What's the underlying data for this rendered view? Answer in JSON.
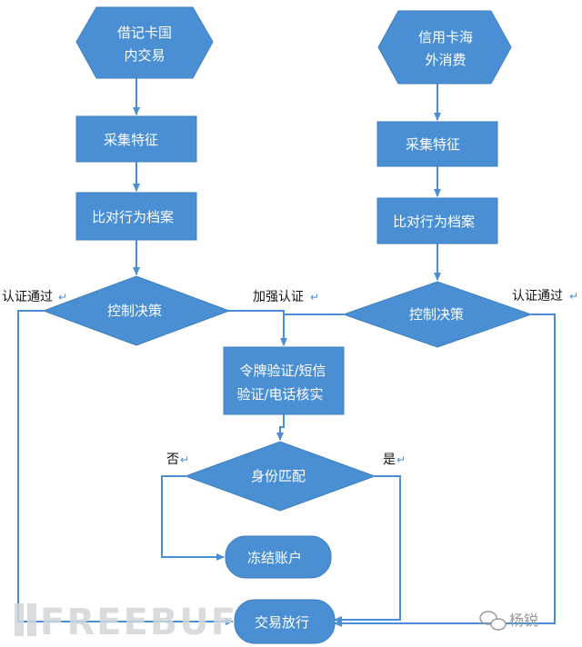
{
  "diagram": {
    "start_debit": [
      "借记卡国",
      "内交易"
    ],
    "start_credit": [
      "信用卡海",
      "外消费"
    ],
    "collect_left": "采集特征",
    "compare_left": "比对行为档案",
    "collect_right": "采集特征",
    "compare_right": "比对行为档案",
    "decision_left": "控制决策",
    "decision_right": "控制决策",
    "auth_box": [
      "令牌验证/短信",
      "验证/电话核实"
    ],
    "identity_match": "身份匹配",
    "freeze": "冻结账户",
    "release": "交易放行",
    "edge_labels": {
      "pass_left": "认证通过",
      "pass_right": "认证通过",
      "strengthen": "加强认证",
      "no": "否",
      "yes": "是"
    }
  },
  "watermark": {
    "text": "FREEBUF",
    "author": "杨锐"
  },
  "colors": {
    "node_fill": "#4a8fd4",
    "edge": "#4a8fd4",
    "text_on_node": "#ffffff"
  },
  "icons": [
    "return-mark-icon",
    "wechat-icon"
  ]
}
